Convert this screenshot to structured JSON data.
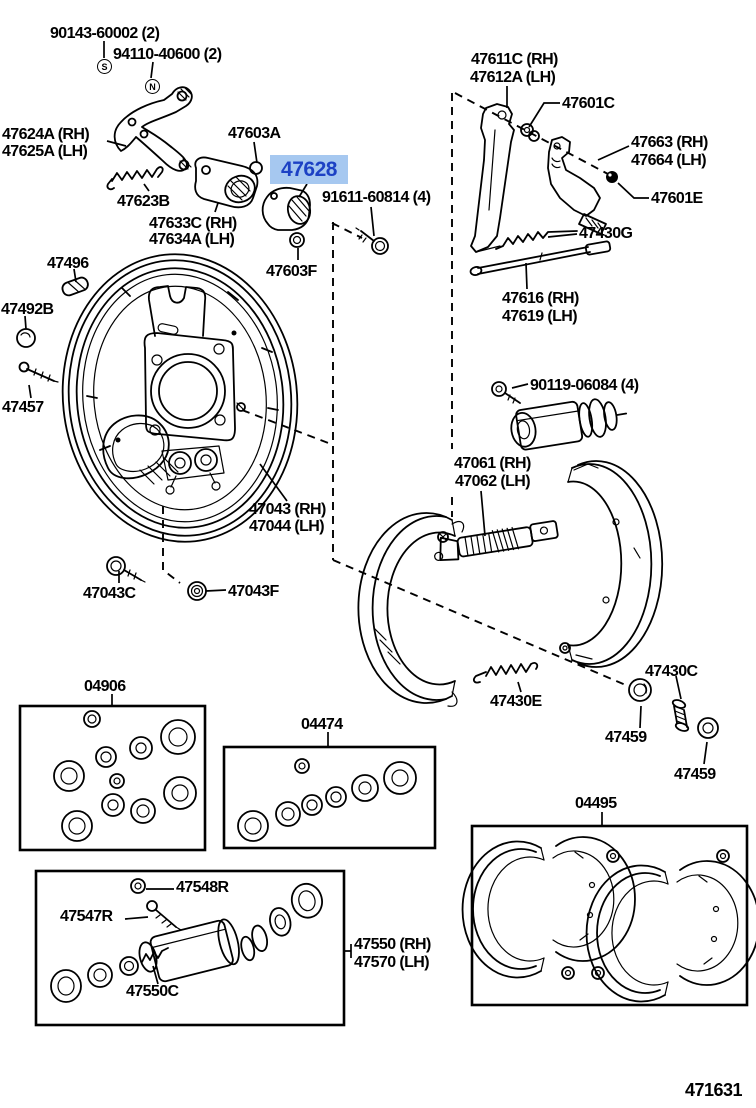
{
  "colors": {
    "background": "#ffffff",
    "line": "#000000",
    "highlight_bg": "#a6c8f0",
    "highlight_fg": "#1c41c4"
  },
  "highlighted_part": "47628",
  "symbols": {
    "s": "S",
    "n": "N"
  },
  "labels": {
    "l90143": "90143-60002 (2)",
    "l94110": "94110-40600 (2)",
    "l47624a": "47624A (RH)",
    "l47625a": "47625A (LH)",
    "l47603a": "47603A",
    "l47628": "47628",
    "l91611": "91611-60814 (4)",
    "l47623b": "47623B",
    "l47633c": "47633C (RH)",
    "l47634a": "47634A (LH)",
    "l47496": "47496",
    "l47492b": "47492B",
    "l47603f": "47603F",
    "l47457": "47457",
    "l47043": "47043 (RH)",
    "l47044": "47044 (LH)",
    "l47043c": "47043C",
    "l47043f": "47043F",
    "l04906": "04906",
    "l04474": "04474",
    "l47611c": "47611C (RH)",
    "l47612a": "47612A (LH)",
    "l47601c": "47601C",
    "l47663": "47663 (RH)",
    "l47664": "47664 (LH)",
    "l47601e": "47601E",
    "l47430g": "47430G",
    "l47616": "47616 (RH)",
    "l47619": "47619 (LH)",
    "l90119": "90119-06084 (4)",
    "l47061": "47061 (RH)",
    "l47062": "47062 (LH)",
    "l47430e": "47430E",
    "l47430c": "47430C",
    "l47459a": "47459",
    "l47459b": "47459",
    "l04495": "04495",
    "l47548r": "47548R",
    "l47547r": "47547R",
    "l47550c": "47550C",
    "l47550": "47550 (RH)",
    "l47570": "47570 (LH)",
    "code": "471631"
  }
}
